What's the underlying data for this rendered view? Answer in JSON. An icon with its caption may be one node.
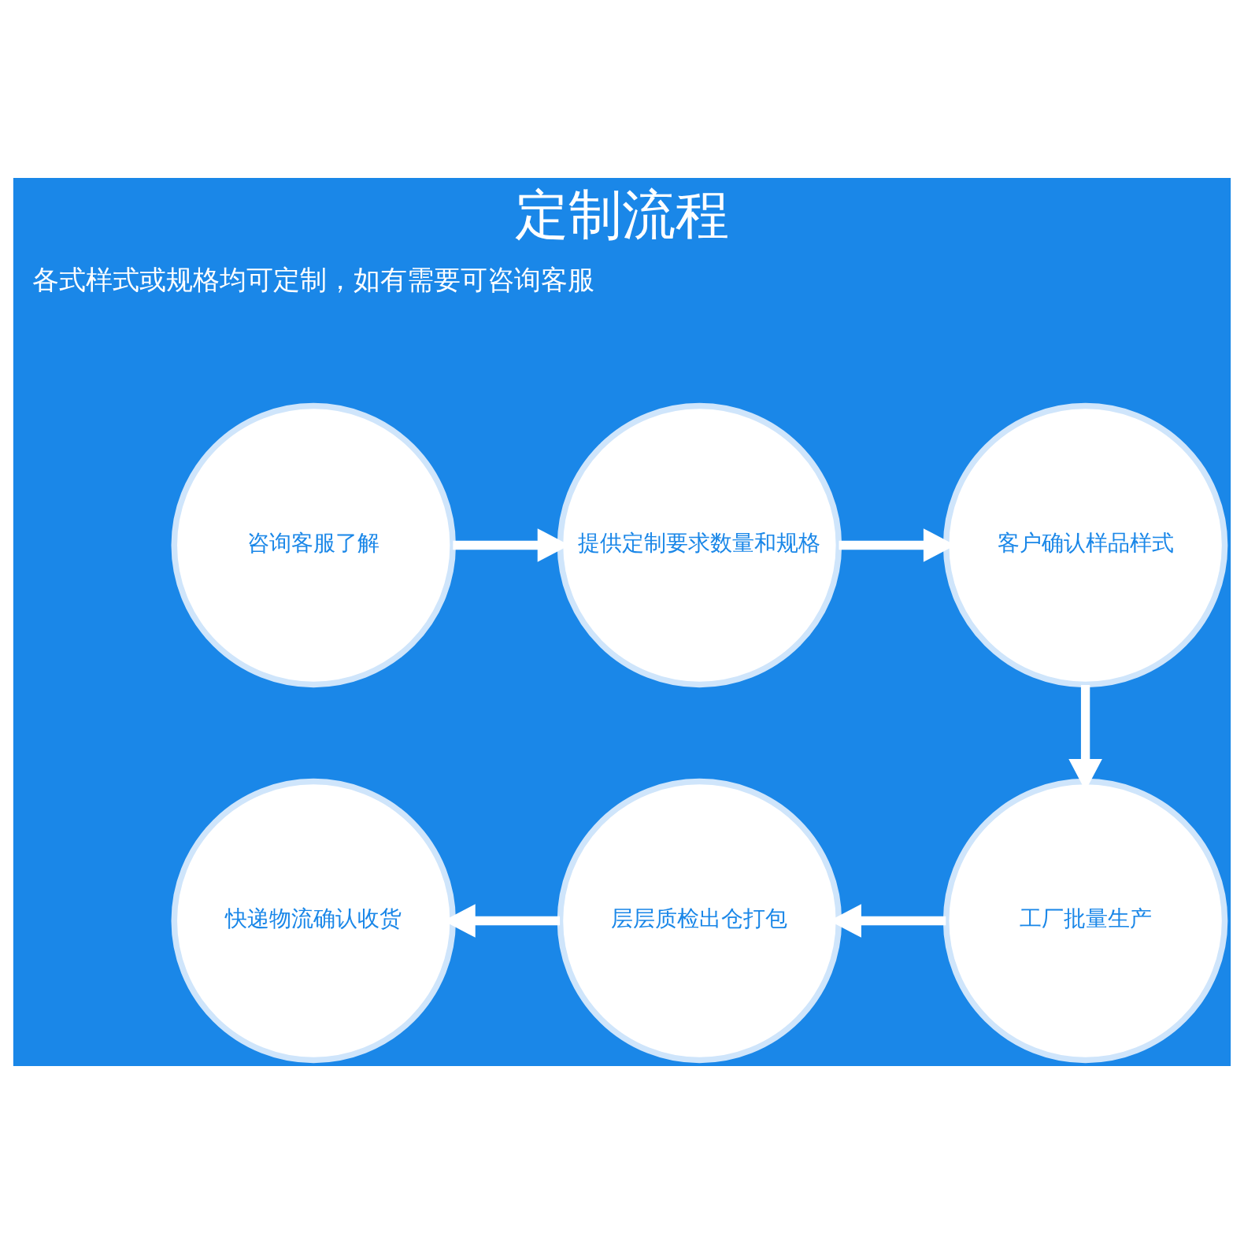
{
  "diagram": {
    "title": "定制流程",
    "nodes": [
      {
        "text": [
          "咨询客服了解"
        ]
      },
      {
        "text": [
          "提供定制要求数量和规格"
        ]
      },
      {
        "text": [
          "客户确认样品样式"
        ]
      },
      {
        "text": [
          "快递物流确认收货"
        ]
      },
      {
        "text": [
          "层层质检出仓打包"
        ]
      },
      {
        "text": [
          "工厂批量生产"
        ]
      }
    ],
    "edges": [
      {
        "from": 0,
        "to": 1,
        "arrow": "to"
      },
      {
        "from": 1,
        "to": 2,
        "arrow": "to"
      },
      {
        "from": 2,
        "to": 5,
        "arrow": "to"
      },
      {
        "from": 5,
        "to": 4,
        "arrow": "to"
      },
      {
        "from": 4,
        "to": 3,
        "arrow": "to"
      }
    ],
    "labels": [
      "各式样式或规格均可定制，如有需要可咨询客服"
    ]
  }
}
